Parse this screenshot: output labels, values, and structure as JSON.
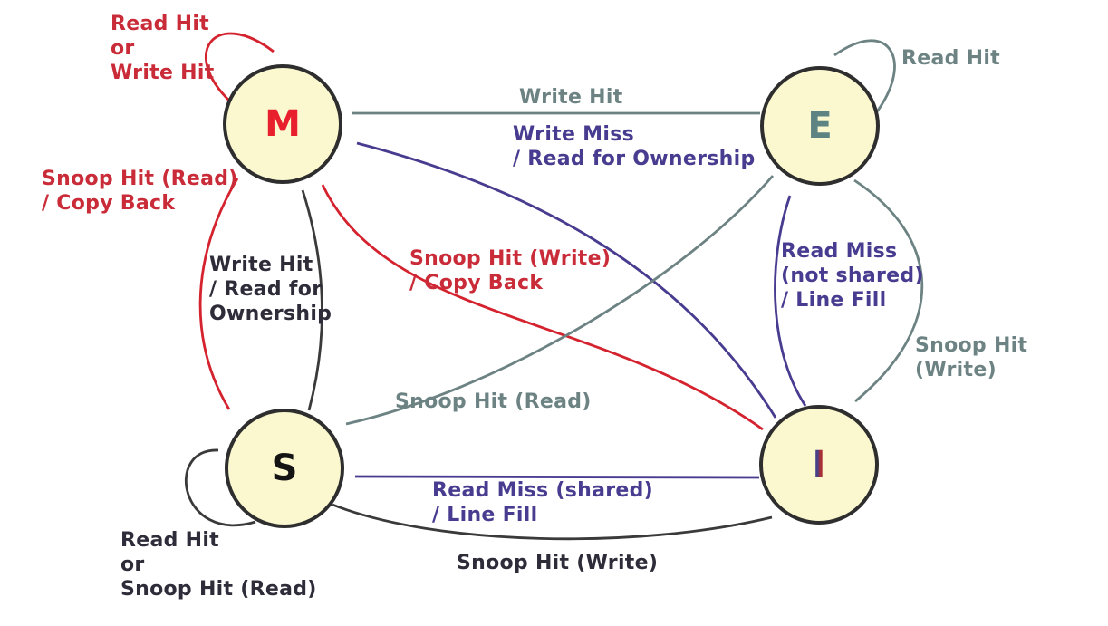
{
  "diagram": {
    "kind": "state-transition-diagram",
    "protocol_states": "MESI"
  },
  "colors": {
    "background": "#ffffff",
    "node_fill": "#fbf8d0",
    "node_border": "#2e2e2e",
    "red": "#c92c38",
    "gray": "#6d8383",
    "purple": "#483c90",
    "dark": "#2f2c3a",
    "letter_M": "#e8202e",
    "letter_E": "#5d8383",
    "letter_S": "#141414",
    "letter_I_left": "#474088",
    "letter_I_right": "#a92f36"
  },
  "states": [
    {
      "id": "M",
      "label": "M"
    },
    {
      "id": "E",
      "label": "E"
    },
    {
      "id": "S",
      "label": "S"
    },
    {
      "id": "I",
      "label": "I"
    }
  ],
  "transitions": [
    {
      "from": "M",
      "to": "M",
      "color": "red",
      "label": "Read Hit\nor\nWrite Hit"
    },
    {
      "from": "E",
      "to": "E",
      "color": "gray",
      "label": "Read Hit"
    },
    {
      "from": "E",
      "to": "M",
      "color": "gray",
      "label": "Write Hit"
    },
    {
      "from": "I",
      "to": "M",
      "color": "purple",
      "label": "Write Miss\n/ Read for Ownership"
    },
    {
      "from": "M",
      "to": "S",
      "color": "red",
      "label": "Snoop Hit (Read)\n/ Copy Back"
    },
    {
      "from": "S",
      "to": "M",
      "color": "dark",
      "label": "Write Hit\n/ Read for\nOwnership"
    },
    {
      "from": "M",
      "to": "I",
      "color": "red",
      "label": "Snoop Hit (Write)\n/ Copy Back"
    },
    {
      "from": "E",
      "to": "S",
      "color": "gray",
      "label": "Snoop Hit (Read)"
    },
    {
      "from": "I",
      "to": "E",
      "color": "purple",
      "label": "Read Miss\n(not shared)\n/ Line Fill"
    },
    {
      "from": "E",
      "to": "I",
      "color": "gray",
      "label": "Snoop Hit (Write)"
    },
    {
      "from": "I",
      "to": "S",
      "color": "purple",
      "label": "Read Miss (shared)\n/ Line Fill"
    },
    {
      "from": "S",
      "to": "I",
      "color": "dark",
      "label": "Snoop Hit (Write)"
    },
    {
      "from": "S",
      "to": "S",
      "color": "dark",
      "label": "Read Hit\nor\nSnoop Hit (Read)"
    }
  ]
}
